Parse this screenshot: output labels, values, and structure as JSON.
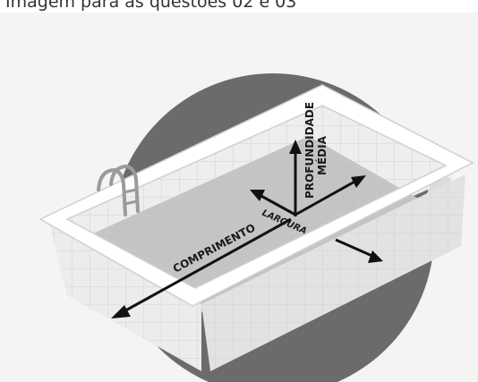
{
  "heading": "Imagem para as questões 02 e 03",
  "labels": {
    "comprimento": "COMPRIMENTO",
    "largura": "LARGURA",
    "profundidade": "PROFUNDIDADE",
    "media": "MÉDIA"
  },
  "colors": {
    "background": "#f4f4f4",
    "circle": "#6b6b6b",
    "rim": "#ffffff",
    "wall": "#e9e9e9",
    "floor": "#bdbdbd",
    "arrow": "#111111"
  }
}
